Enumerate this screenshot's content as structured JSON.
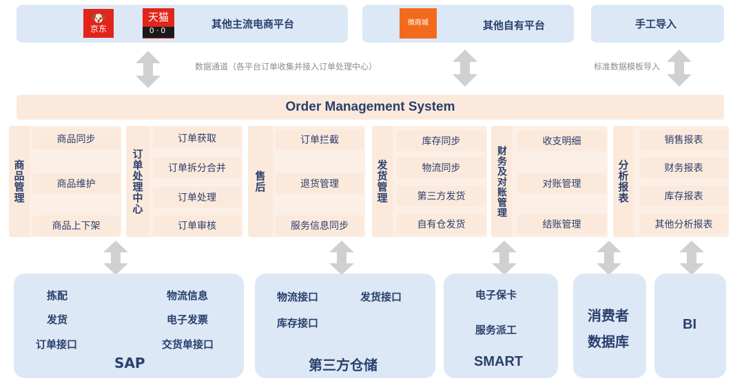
{
  "top": {
    "ecommerce": {
      "label": "其他主流电商平台",
      "jd_logo": "京东",
      "tmall_logo": "天猫",
      "tmall_cat": "0·0"
    },
    "own": {
      "label": "其他自有平台",
      "weidian_logo": "微商城"
    },
    "manual": {
      "label": "手工导入"
    }
  },
  "captions": {
    "data_channel": "数据通道（各平台订单收集并接入订单处理中心）",
    "template_import": "标准数据模板导入"
  },
  "oms": {
    "title": "Order Management System"
  },
  "modules": [
    {
      "category": "商品管理",
      "items": [
        "商品同步",
        "商品维护",
        "商品上下架"
      ]
    },
    {
      "category": "订单处理中心",
      "items": [
        "订单获取",
        "订单拆分合并",
        "订单处理",
        "订单审核"
      ]
    },
    {
      "category": "售后",
      "items": [
        "订单拦截",
        "退货管理",
        "服务信息同步"
      ]
    },
    {
      "category": "发货管理",
      "items": [
        "库存同步",
        "物流同步",
        "第三方发货",
        "自有仓发货"
      ]
    },
    {
      "category": "财务及对账管理",
      "items": [
        "收支明细",
        "对账管理",
        "结账管理"
      ]
    },
    {
      "category": "分析报表",
      "items": [
        "销售报表",
        "财务报表",
        "库存报表",
        "其他分析报表"
      ]
    }
  ],
  "bottom": {
    "sap": {
      "title": "SAP",
      "items": [
        "拣配",
        "物流信息",
        "发货",
        "电子发票",
        "订单接口",
        "交货单接口"
      ]
    },
    "warehouse": {
      "title": "第三方仓储",
      "items": [
        "物流接口",
        "发货接口",
        "库存接口"
      ]
    },
    "smart": {
      "title": "SMART",
      "items": [
        "电子保卡",
        "服务派工"
      ]
    },
    "consumer": {
      "title_line1": "消费者",
      "title_line2": "数据库"
    },
    "bi": {
      "title": "BI"
    }
  },
  "colors": {
    "top_box": "#dce8f5",
    "oms_bar": "#fbe9dc",
    "module_item": "#fbe9dc",
    "bottom_box": "#dce8f5",
    "arrow": "#d0d0d0",
    "text": "#2a3f6b",
    "caption": "#8c8c8c"
  }
}
